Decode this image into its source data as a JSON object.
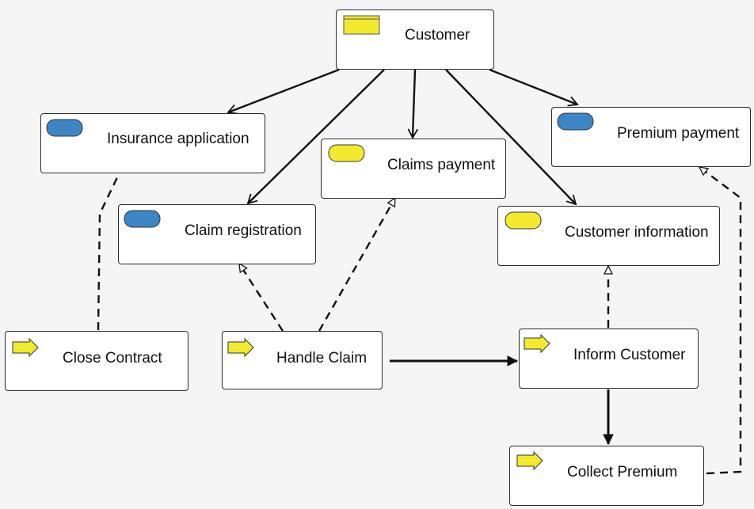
{
  "colors": {
    "background": "#f5f5f5",
    "node_fill": "#ffffff",
    "border": "#2b2b2b",
    "edge": "#111111",
    "service_blue": "#3c86c4",
    "service_yellow": "#f3ea2f",
    "process_yellow": "#f3ea2f",
    "actor_yellow": "#f3ea2f"
  },
  "nodes": [
    {
      "id": "customer",
      "label": "Customer",
      "icon": "business-actor-icon"
    },
    {
      "id": "insurance_application",
      "label": "Insurance application",
      "icon": "business-service-icon"
    },
    {
      "id": "claims_payment",
      "label": "Claims payment",
      "icon": "business-service-icon"
    },
    {
      "id": "premium_payment",
      "label": "Premium payment",
      "icon": "business-service-icon"
    },
    {
      "id": "claim_registration",
      "label": "Claim registration",
      "icon": "business-service-icon"
    },
    {
      "id": "customer_information",
      "label": "Customer information",
      "icon": "business-service-icon"
    },
    {
      "id": "close_contract",
      "label": "Close Contract",
      "icon": "business-process-icon"
    },
    {
      "id": "handle_claim",
      "label": "Handle Claim",
      "icon": "business-process-icon"
    },
    {
      "id": "inform_customer",
      "label": "Inform Customer",
      "icon": "business-process-icon"
    },
    {
      "id": "collect_premium",
      "label": "Collect Premium",
      "icon": "business-process-icon"
    }
  ],
  "edges": [
    {
      "from": "customer",
      "to": "insurance_application",
      "style": "solid-open-arrow"
    },
    {
      "from": "customer",
      "to": "claim_registration",
      "style": "solid-open-arrow"
    },
    {
      "from": "customer",
      "to": "claims_payment",
      "style": "solid-open-arrow"
    },
    {
      "from": "customer",
      "to": "customer_information",
      "style": "solid-open-arrow"
    },
    {
      "from": "customer",
      "to": "premium_payment",
      "style": "solid-open-arrow"
    },
    {
      "from": "close_contract",
      "to": "insurance_application",
      "style": "dashed-hollow-arrow"
    },
    {
      "from": "handle_claim",
      "to": "claim_registration",
      "style": "dashed-hollow-arrow"
    },
    {
      "from": "handle_claim",
      "to": "claims_payment",
      "style": "dashed-hollow-arrow"
    },
    {
      "from": "inform_customer",
      "to": "customer_information",
      "style": "dashed-hollow-arrow"
    },
    {
      "from": "collect_premium",
      "to": "premium_payment",
      "style": "dashed-hollow-arrow"
    },
    {
      "from": "handle_claim",
      "to": "inform_customer",
      "style": "solid-filled-arrow"
    },
    {
      "from": "inform_customer",
      "to": "collect_premium",
      "style": "solid-filled-arrow"
    }
  ]
}
